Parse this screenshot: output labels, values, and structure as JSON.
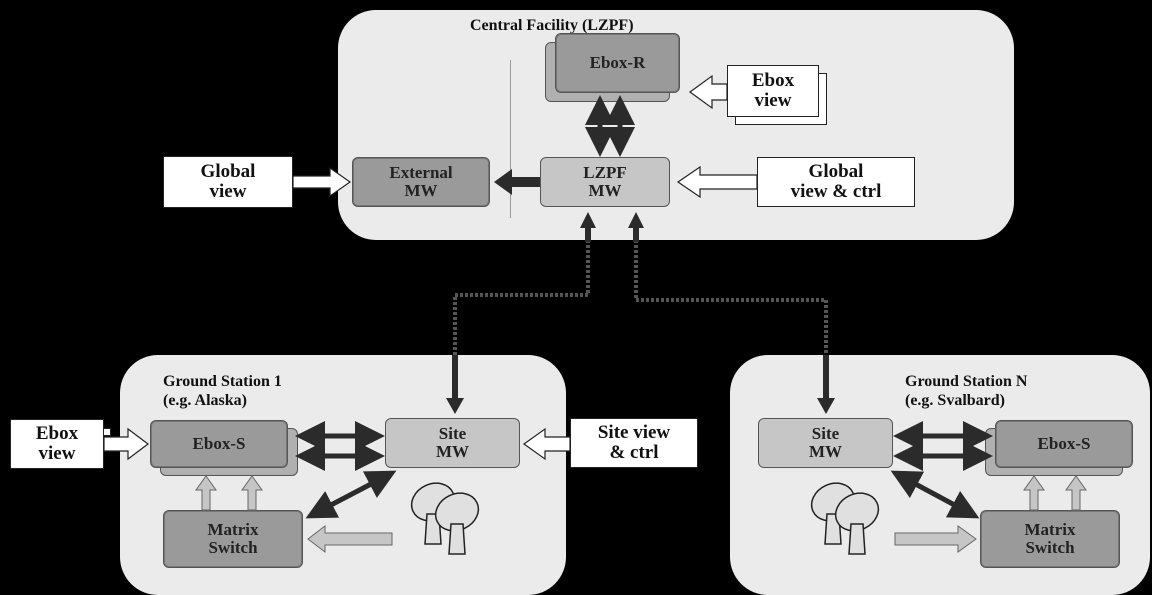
{
  "central": {
    "title": "Central Facility (LZPF)",
    "ebox_r": "Ebox-R",
    "ebox_view": [
      "Ebox",
      "view"
    ],
    "lzpf_mw": [
      "LZPF",
      "MW"
    ],
    "external_mw": [
      "External",
      "MW"
    ],
    "global_view": [
      "Global",
      "view"
    ],
    "global_view_ctrl": [
      "Global",
      "view & ctrl"
    ]
  },
  "station1": {
    "title": [
      "Ground Station 1",
      "(e.g. Alaska)"
    ],
    "ebox_s": "Ebox-S",
    "site_mw": [
      "Site",
      "MW"
    ],
    "matrix_switch": [
      "Matrix",
      "Switch"
    ],
    "ebox_view": [
      "Ebox",
      "view"
    ],
    "site_view_ctrl": [
      "Site view",
      "& ctrl"
    ]
  },
  "stationN": {
    "title": [
      "Ground Station N",
      "(e.g. Svalbard)"
    ],
    "ebox_s": "Ebox-S",
    "site_mw": [
      "Site",
      "MW"
    ],
    "matrix_switch": [
      "Matrix",
      "Switch"
    ]
  },
  "icons": [
    "satellite-dish-icon"
  ],
  "colors": {
    "background": "#000000",
    "panel": "#ebebeb",
    "dark_box": "#9a9a9a",
    "light_box": "#c6c6c6"
  }
}
